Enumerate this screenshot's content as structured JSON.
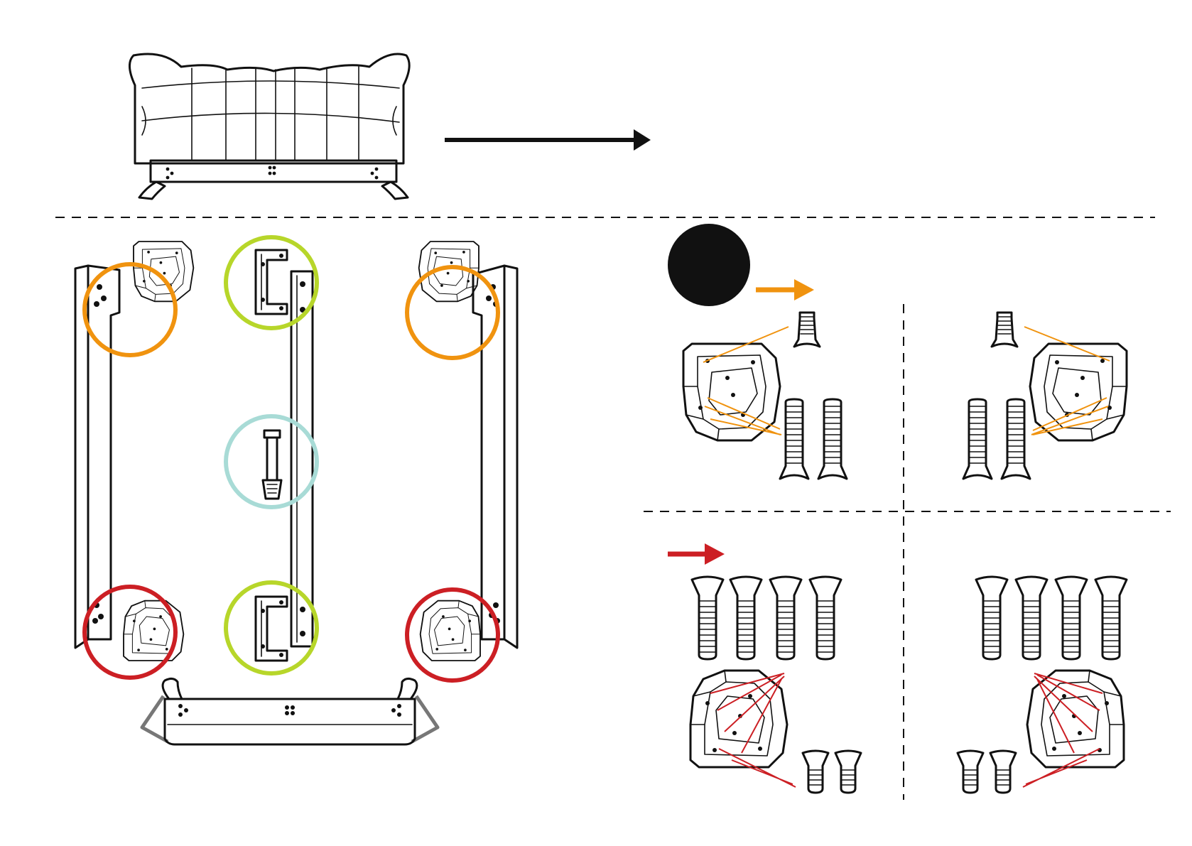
{
  "colors": {
    "ink": "#111111",
    "background": "#ffffff",
    "orange_highlight": "#F0930F",
    "green_highlight": "#B7D62A",
    "teal_highlight": "#A8DBD6",
    "red_highlight": "#CC1F24",
    "gray_leg": "#777777"
  },
  "steps": {
    "marker": "step-number-disc"
  },
  "icons": {
    "sofa": "sofa-front-view-icon",
    "direction_arrow": "arrow-right-icon",
    "orange_arrow": "orange-arrow-icon",
    "red_arrow": "red-arrow-icon",
    "corner_bracket": "corner-bracket-icon",
    "flat_bracket": "flat-bracket-icon",
    "leg": "leg-icon",
    "short_screw": "short-screw-icon",
    "long_screw": "long-screw-icon",
    "thick_screw": "thick-screw-icon"
  },
  "callouts": {
    "top_corners": "orange",
    "bottom_corners": "red",
    "middle_beam_brackets": "green",
    "center_leg": "teal"
  }
}
